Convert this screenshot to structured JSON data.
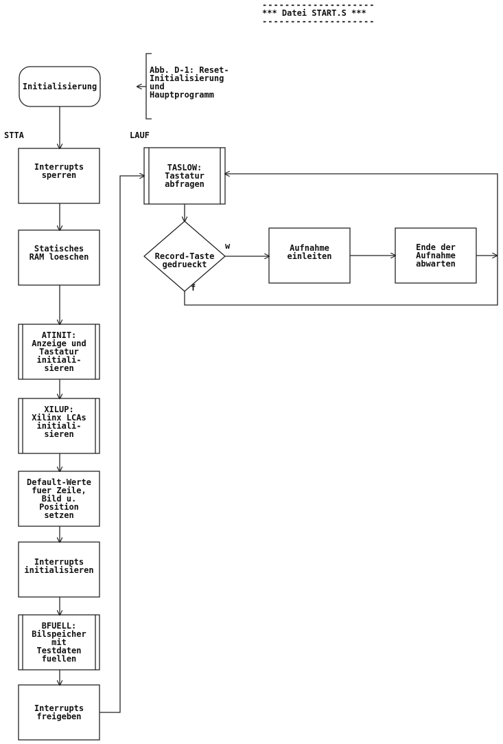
{
  "header": {
    "rule_top": "--------------------",
    "title": "*** Datei START.S ***",
    "rule_bottom": "--------------------"
  },
  "caption": {
    "text": "Abb. D-1: Reset-\nInitialisierung\nund\nHauptprogramm"
  },
  "labels": {
    "stta": "STTA",
    "lauf": "LAUF",
    "branch_true": "w",
    "branch_false": "f"
  },
  "nodes": {
    "start": "Initialisierung",
    "disable_interrupts": "Interrupts\nsperren",
    "clear_ram": "Statisches\nRAM loeschen",
    "atinit": "ATINIT:\nAnzeige und\nTastatur\ninitiali-\nsieren",
    "xilup": "XILUP:\nXilinx LCAs\ninitiali-\nsieren",
    "defaults": "Default-Werte\nfuer Zeile,\nBild u.\nPosition\nsetzen",
    "init_interrupts": "Interrupts\ninitialisieren",
    "bfuell": "BFUELL:\nBilspeicher\nmit\nTestdaten\nfuellen",
    "enable_interrupts": "Interrupts\nfreigeben",
    "taslow": "TASLOW:\nTastatur\nabfragen",
    "decision": "Record-Taste\ngedrueckt",
    "start_recording": "Aufnahme\neinleiten",
    "wait_recording": "Ende der\nAufnahme\nabwarten"
  }
}
